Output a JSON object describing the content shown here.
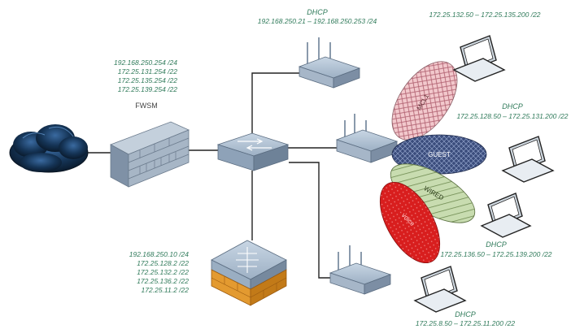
{
  "dhcp_top": {
    "label": "DHCP",
    "range": "192.168.250.21 – 192.168.250.253 /24"
  },
  "dhcp_laptop1": {
    "range": "172.25.132.50 – 172.25.135.200 /22"
  },
  "dhcp_laptop2": {
    "label": "DHCP",
    "range": "172.25.128.50 – 172.25.131.200 /22"
  },
  "dhcp_laptop4": {
    "label": "DHCP",
    "range": "172.25.136.50 – 172.25.139.200 /22"
  },
  "dhcp_laptop5": {
    "label": "DHCP",
    "range": "172.25.8.50 – 172.25.11.200 /22"
  },
  "fwsm": {
    "addresses": [
      "192.168.250.254 /24",
      "172.25.131.254 /22",
      "172.25.135.254 /22",
      "172.25.139.254 /22"
    ],
    "label": "FWSM"
  },
  "core_addresses": [
    "192.168.250.10 /24",
    "172.25.128.2 /22",
    "172.25.132.2 /22",
    "172.25.136.2 /22",
    "172.25.11.2 /22"
  ],
  "ssids": [
    {
      "name": "MCL1",
      "color": "#e0a0a8"
    },
    {
      "name": "GUEST",
      "color": "#2e3f6e"
    },
    {
      "name": "WIRED",
      "color": "#a8c088"
    },
    {
      "name": "voice",
      "color": "#d42020"
    }
  ],
  "colors": {
    "label_text": "#2f7a5a",
    "device": "#8fa3b8",
    "firewall_base": "#e89a30"
  }
}
